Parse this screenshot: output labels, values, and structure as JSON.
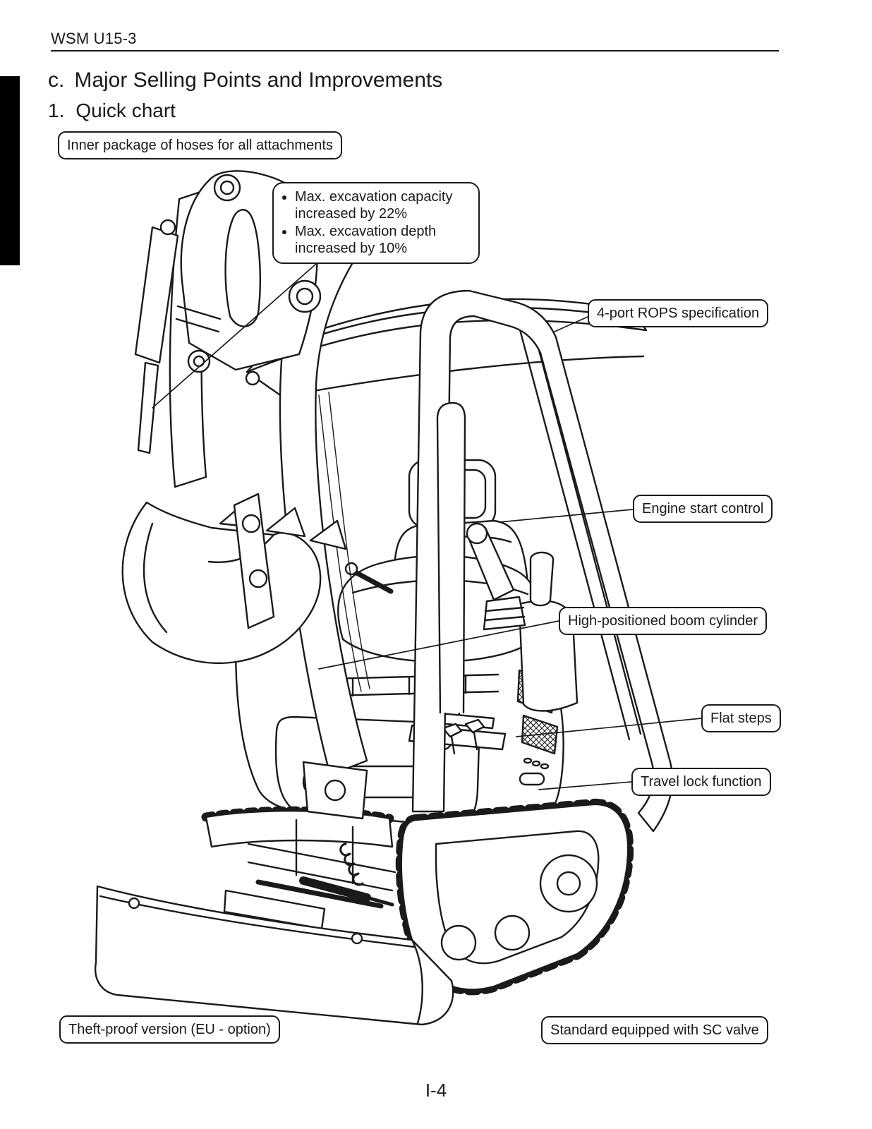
{
  "page": {
    "header": "WSM U15-3",
    "section_label": "c.",
    "section_title": "Major Selling Points and Improvements",
    "subsection_label": "1.",
    "subsection_title": "Quick chart",
    "page_number": "I-4"
  },
  "callouts": {
    "inner_package": "Inner package of hoses for all attachments",
    "excavation_items": [
      {
        "line1": "Max. excavation capacity",
        "line2": "increased by 22%"
      },
      {
        "line1": "Max. excavation depth",
        "line2": "increased by 10%"
      }
    ],
    "rops": "4-port ROPS specification",
    "engine_start": "Engine start control",
    "boom_cylinder": "High-positioned boom cylinder",
    "flat_steps": "Flat steps",
    "travel_lock": "Travel lock function",
    "theft_proof": "Theft-proof version (EU - option)",
    "sc_valve": "Standard equipped with SC valve"
  },
  "illustration": {
    "subject": "mini excavator line drawing"
  },
  "colors": {
    "ink": "#1a1a1a",
    "paper": "#ffffff"
  }
}
